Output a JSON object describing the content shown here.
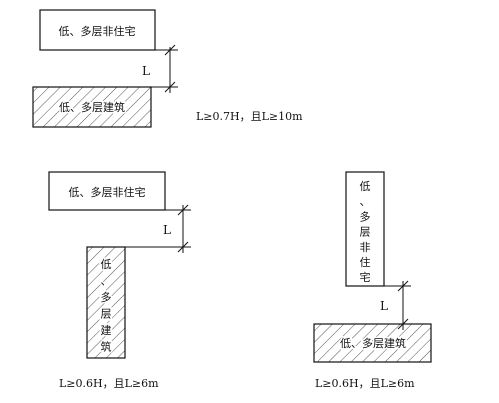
{
  "diagram": {
    "top": {
      "upper_box": "低、多层非住宅",
      "lower_box": "低、多层建筑",
      "dim": "L",
      "rule": "L≥0.7H，且L≥10m"
    },
    "bottom_left": {
      "upper_box": "低、多层非住宅",
      "vertical_box": [
        "低",
        "、",
        "多",
        "层",
        "建",
        "筑"
      ],
      "dim": "L",
      "rule": "L≥0.6H，且L≥6m"
    },
    "bottom_right": {
      "vertical_box": [
        "低",
        "、",
        "多",
        "层",
        "非",
        "住",
        "宅"
      ],
      "lower_box": "低、多层建筑",
      "dim": "L",
      "rule": "L≥0.6H，且L≥6m"
    }
  }
}
